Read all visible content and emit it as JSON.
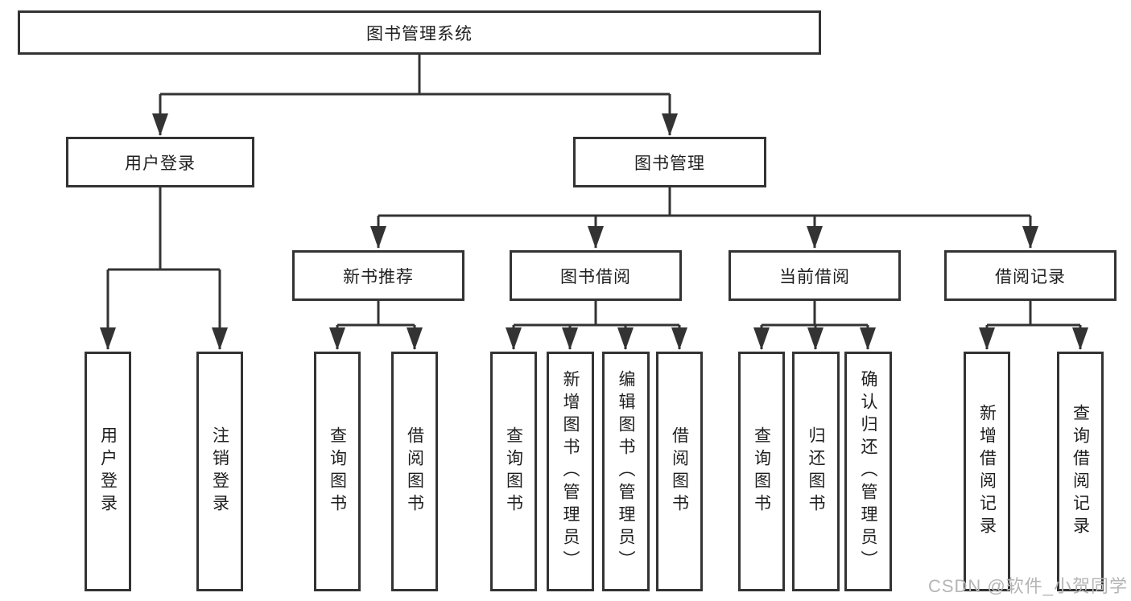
{
  "tree": {
    "label": "图书管理系统",
    "children": [
      {
        "label": "用户登录",
        "children": [
          {
            "label": "用户登录"
          },
          {
            "label": "注销登录"
          }
        ]
      },
      {
        "label": "图书管理",
        "children": [
          {
            "label": "新书推荐",
            "children": [
              {
                "label": "查询图书"
              },
              {
                "label": "借阅图书"
              }
            ]
          },
          {
            "label": "图书借阅",
            "children": [
              {
                "label": "查询图书"
              },
              {
                "label": "新增图书（管理员）"
              },
              {
                "label": "编辑图书（管理员）"
              },
              {
                "label": "借阅图书"
              }
            ]
          },
          {
            "label": "当前借阅",
            "children": [
              {
                "label": "查询图书"
              },
              {
                "label": "归还图书"
              },
              {
                "label": "确认归还（管理员）"
              }
            ]
          },
          {
            "label": "借阅记录",
            "children": [
              {
                "label": "新增借阅记录"
              },
              {
                "label": "查询借阅记录"
              }
            ]
          }
        ]
      }
    ]
  },
  "watermark": {
    "text": "CSDN @软件_小贺同学"
  },
  "colors": {
    "line": "#333333",
    "box_border": "#333333",
    "text": "#1f1f1f",
    "watermark": "#b5b5b5",
    "background": "#ffffff"
  }
}
